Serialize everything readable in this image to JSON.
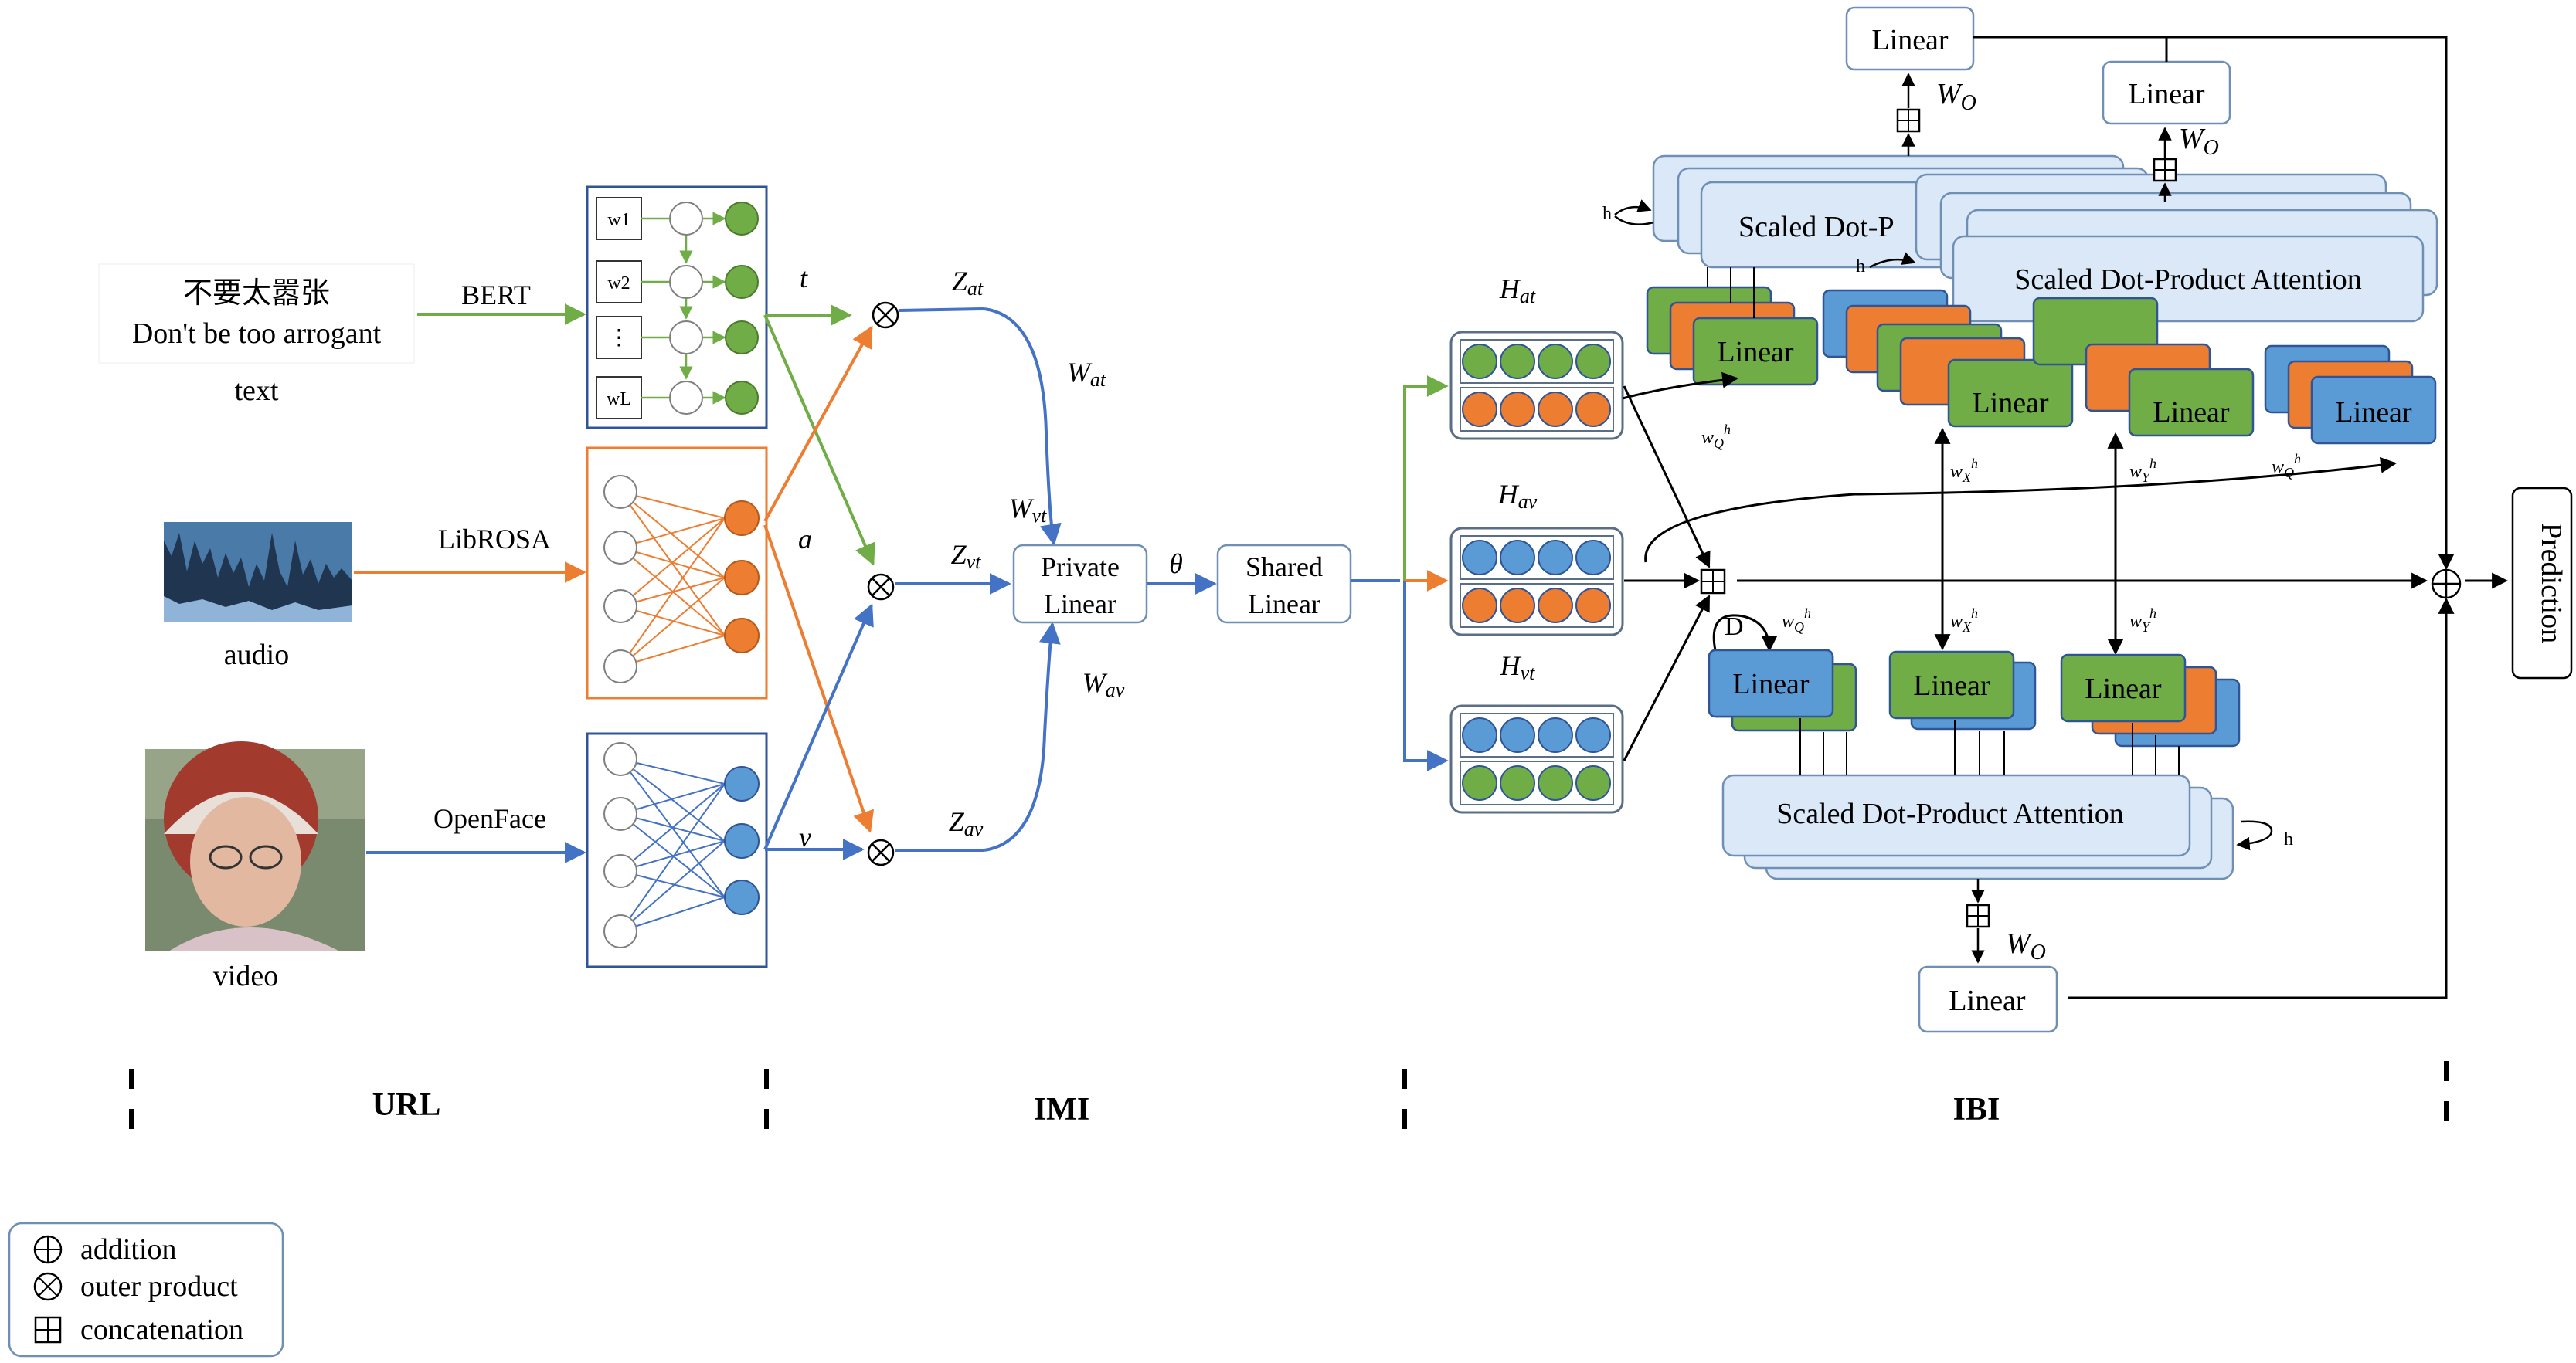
{
  "colors": {
    "green": "#70ad47",
    "orange": "#ed7d31",
    "blue": "#5b9bd5",
    "panel_fill": "#dae8f8",
    "panel_stroke": "#6f8fb5",
    "black": "#000000",
    "white": "#ffffff"
  },
  "inputs": {
    "text_chinese": "不要太嚣张",
    "text_english": "Don't be too arrogant",
    "text_label": "text",
    "audio_label": "audio",
    "video_label": "video",
    "bert": "BERT",
    "librosa": "LibROSA",
    "openface": "OpenFace",
    "tokens": [
      "w1",
      "w2",
      "⋮",
      "wL"
    ]
  },
  "imi": {
    "t": "t",
    "a": "a",
    "v": "v",
    "z_at": "Zat",
    "z_vt": "Zvt",
    "z_av": "Zav",
    "w_at": "Wat",
    "w_vt": "Wvt",
    "w_av": "Wav",
    "private_linear": [
      "Private",
      "Linear"
    ],
    "theta": "θ",
    "shared_linear": [
      "Shared",
      "Linear"
    ]
  },
  "ibi": {
    "h_at": "Hat",
    "h_av": "Hav",
    "h_vt": "Hvt",
    "linear": "Linear",
    "sdpa": "Scaled Dot-Product Attention",
    "sdpa_partial": "Scaled Dot-P",
    "h": "h",
    "d": "D",
    "w_o": "WO",
    "w_q": "wQh",
    "w_x": "wXh",
    "w_y": "wYh",
    "prediction": "Prediction"
  },
  "sections": {
    "url": "URL",
    "imi": "IMI",
    "ibi": "IBI"
  },
  "legend": {
    "addition": "addition",
    "outer_product": "outer product",
    "concatenation": "concatenation"
  }
}
